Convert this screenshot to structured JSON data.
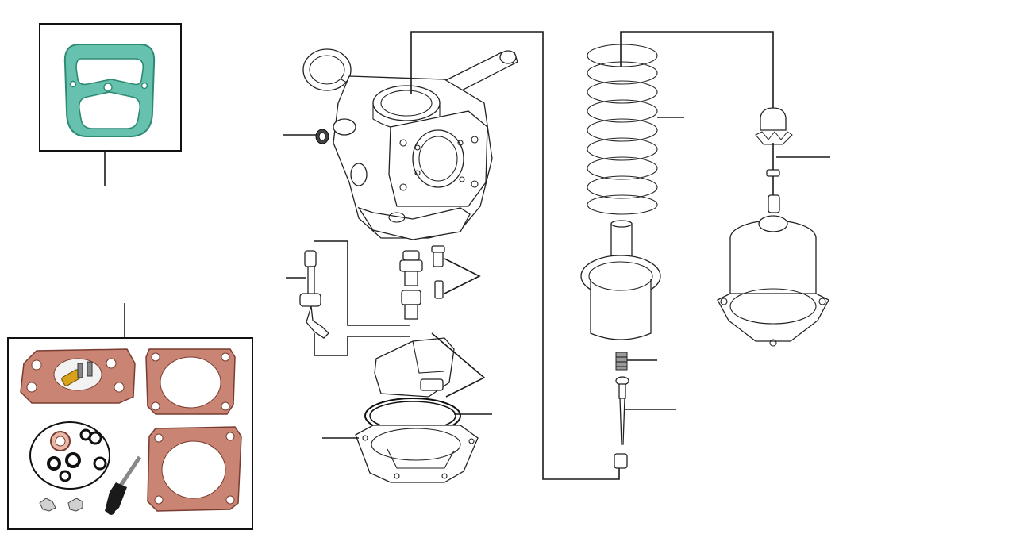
{
  "diagram": {
    "colors": {
      "gasket_green": "#66c2ae",
      "gasket_green_dark": "#2f8a74",
      "gasket_brown": "#c98474",
      "gasket_brown_dark": "#7a3c31",
      "line": "#1a1a1a",
      "background": "#ffffff"
    },
    "parts": [
      "top-cover-gasket",
      "gasket-kit",
      "carburettor-body",
      "adjusting-nut",
      "jet-assembly",
      "jet-bearing-set",
      "jet-fixing-screws",
      "float-chamber-lid",
      "lid-sealing-ring",
      "float-chamber",
      "piston-spring",
      "piston",
      "needle-spring",
      "jet-needle",
      "needle-guide",
      "damper-assembly",
      "suction-chamber"
    ]
  }
}
